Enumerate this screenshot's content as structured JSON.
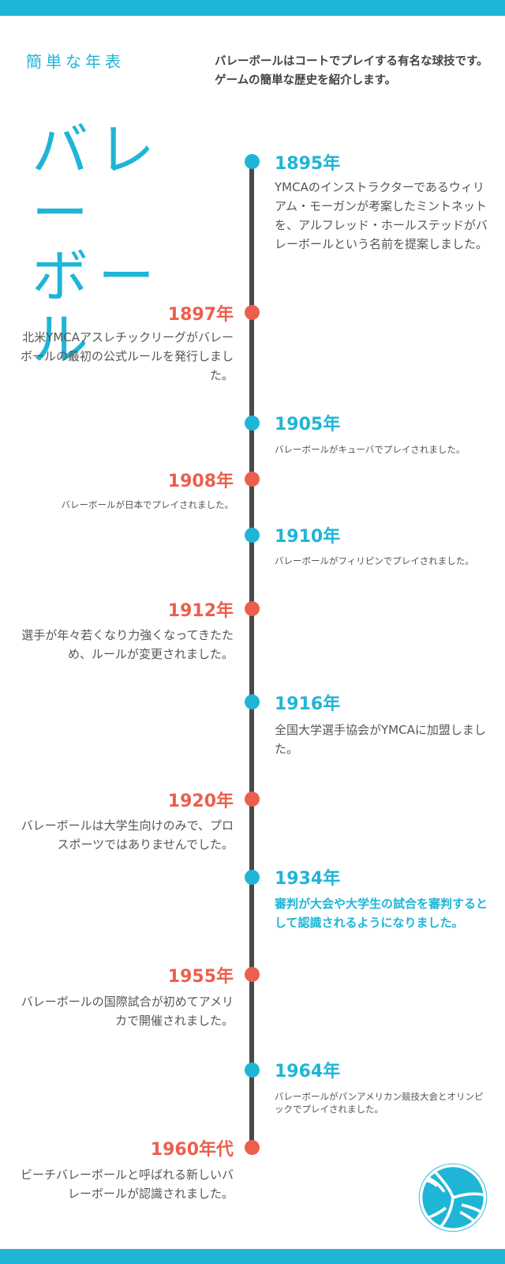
{
  "header": {
    "title": "簡単な年表",
    "description": "バレーボールはコートでプレイする有名な球技です。ゲームの簡単な歴史を紹介します。"
  },
  "big_title": {
    "line1": "バレー",
    "line2": "ボール"
  },
  "colors": {
    "accent_blue": "#1fb5d6",
    "accent_red": "#ec5f4c",
    "timeline": "#4a4a4a"
  },
  "timeline": [
    {
      "year": "1895年",
      "text": "YMCAのインストラクターであるウィリアム・モーガンが考案したミントネットを、アルフレッド・ホールステッドがバレーボールという名前を提案しました。"
    },
    {
      "year": "1897年",
      "text": "北米YMCAアスレチックリーグがバレーボールの最初の公式ルールを発行しました。"
    },
    {
      "year": "1905年",
      "text": "バレーボールがキューバでプレイされました。"
    },
    {
      "year": "1908年",
      "text": "バレーボールが日本でプレイされました。"
    },
    {
      "year": "1910年",
      "text": "バレーボールがフィリピンでプレイされました。"
    },
    {
      "year": "1912年",
      "text": "選手が年々若くなり力強くなってきたため、ルールが変更されました。"
    },
    {
      "year": "1916年",
      "text": "全国大学選手協会がYMCAに加盟しました。"
    },
    {
      "year": "1920年",
      "text": "バレーボールは大学生向けのみで、プロスポーツではありませんでした。"
    },
    {
      "year": "1934年",
      "text": "審判が大会や大学生の試合を審判するとして認識されるようになりました。"
    },
    {
      "year": "1955年",
      "text": "バレーボールの国際試合が初めてアメリカで開催されました。"
    },
    {
      "year": "1964年",
      "text": "バレーボールがパンアメリカン競技大会とオリンピックでプレイされました。"
    },
    {
      "year": "1960年代",
      "text": "ビーチバレーボールと呼ばれる新しいバレーボールが認識されました。"
    }
  ]
}
